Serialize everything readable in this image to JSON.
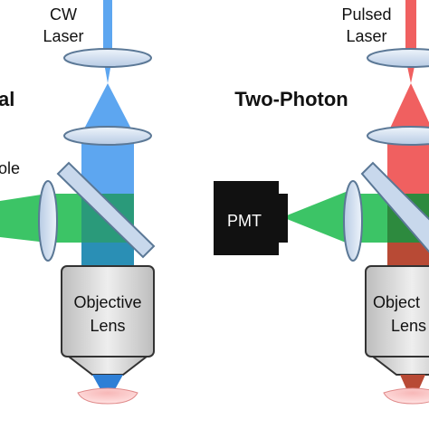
{
  "diagram": {
    "left_panel": {
      "title_partial": "al",
      "source_label_line1": "CW",
      "source_label_line2": "Laser",
      "side_label_partial": "ole",
      "objective_line1": "Objective",
      "objective_line2": "Lens"
    },
    "right_panel": {
      "title": "Two-Photon",
      "source_label_line1": "Pulsed",
      "source_label_line2": "Laser",
      "detector_label": "PMT",
      "objective_line1_partial": "Object",
      "objective_line2_partial": "Lens"
    },
    "colors": {
      "cw_beam": "#5da6f0",
      "cw_beam_dark": "#2e7fd6",
      "pulsed_beam": "#f06060",
      "pulsed_beam_dark": "#b84a35",
      "fluorescence": "#3cc466",
      "fluorescence_dark": "#2d9b55",
      "optics_fill": "#c8d8ec",
      "optics_stroke": "#5b7896",
      "objective_body": "#d9d9d9",
      "pmt_body": "#111111",
      "sample": "#f4a6a6"
    },
    "icons": [
      "lens-icon",
      "dichroic-mirror-icon",
      "objective-lens-icon",
      "pmt-detector-icon"
    ]
  }
}
